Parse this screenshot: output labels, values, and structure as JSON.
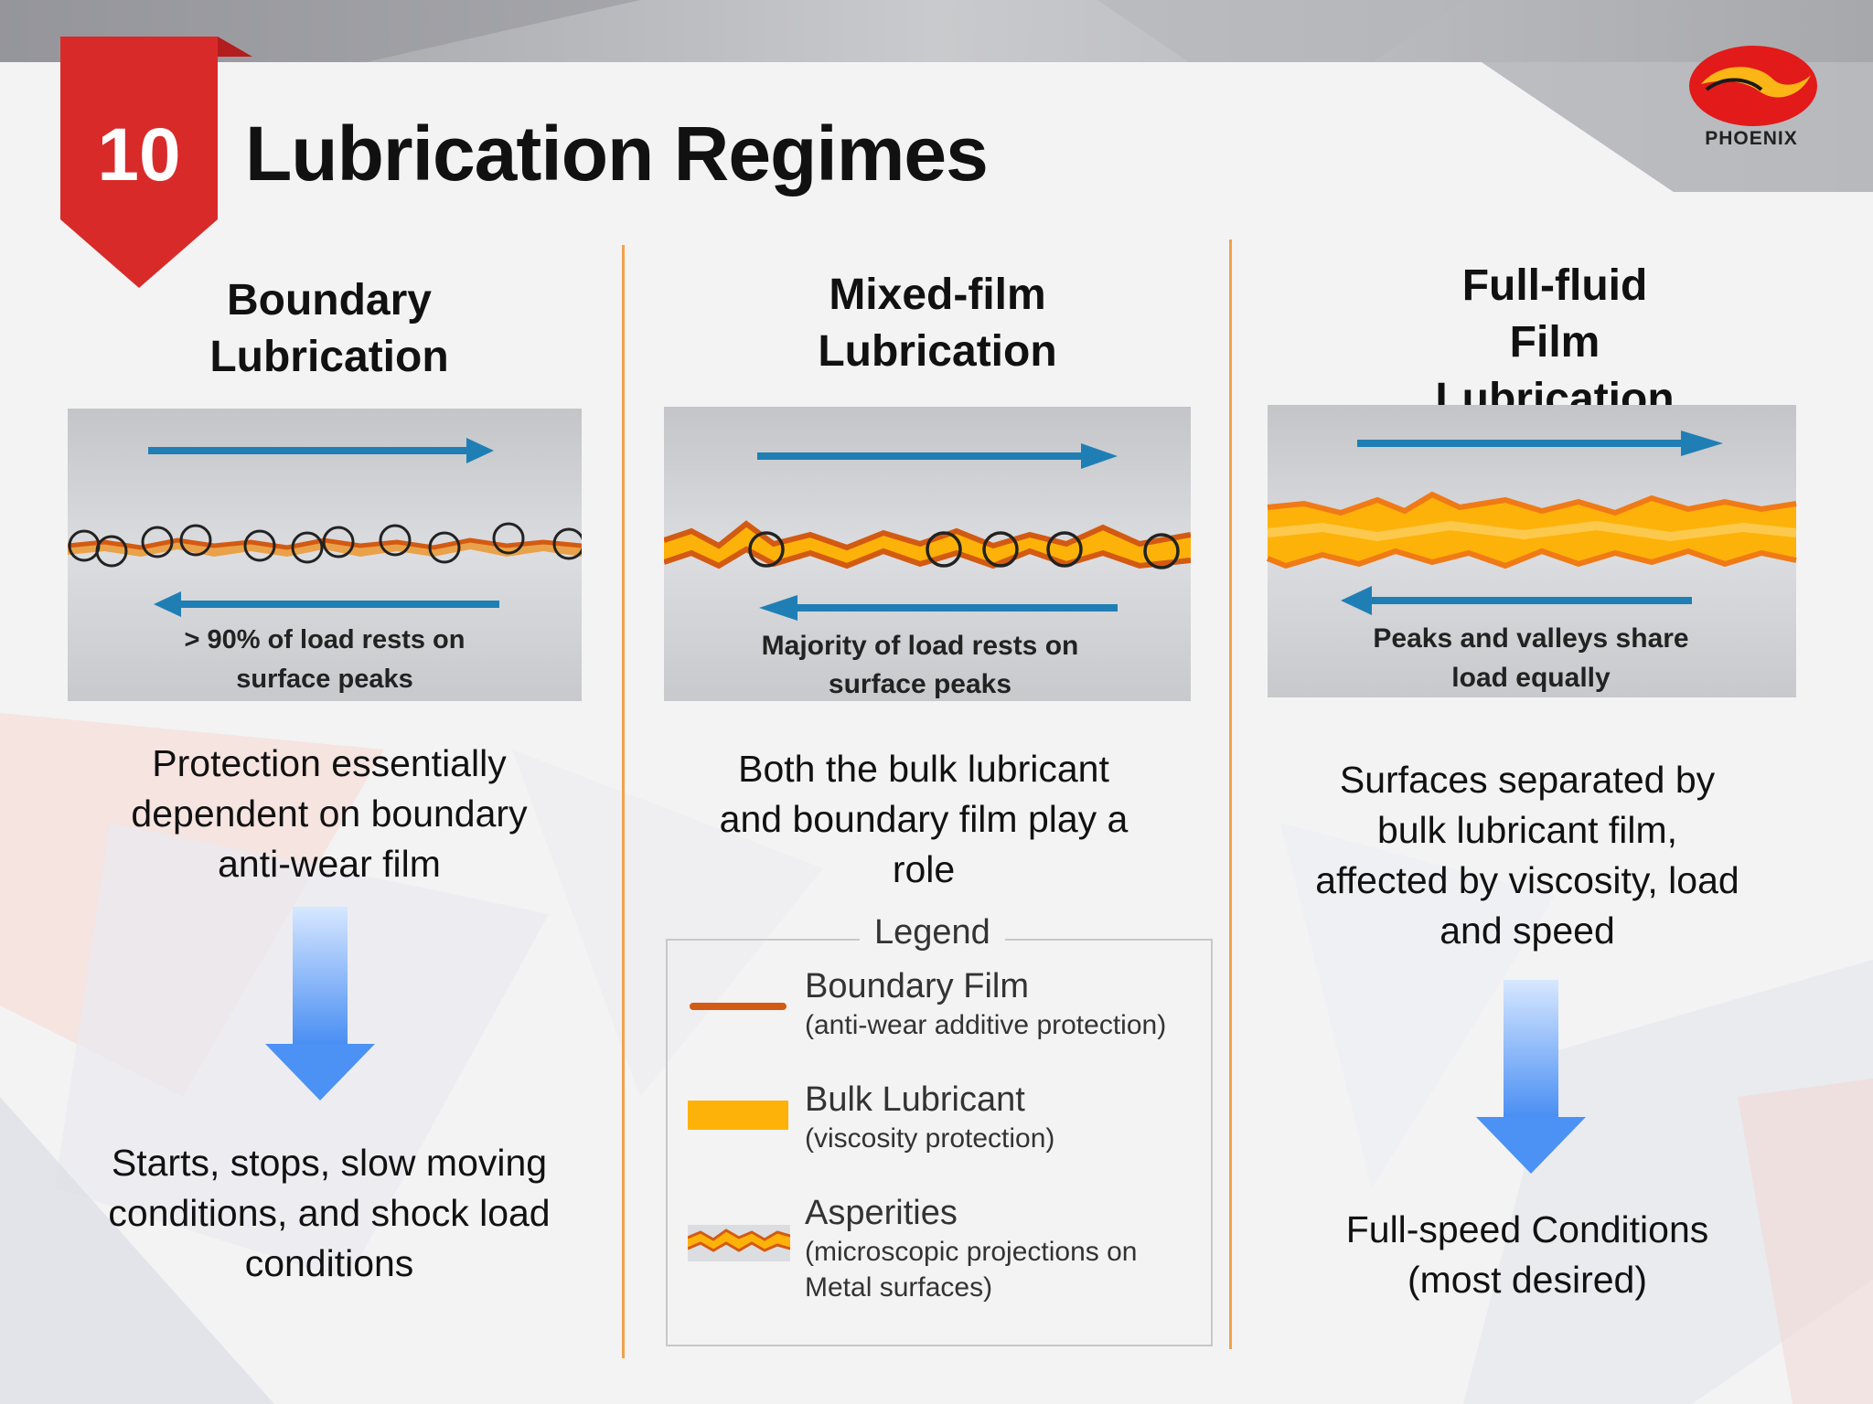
{
  "slide": {
    "number": "10",
    "title": "Lubrication Regimes",
    "logo": "PHOENIX"
  },
  "columns": [
    {
      "heading": [
        "Boundary",
        "Lubrication"
      ],
      "panel_caption": [
        "> 90% of load rests on",
        "surface peaks"
      ],
      "description": [
        "Protection essentially",
        "dependent on boundary",
        "anti-wear film"
      ],
      "conditions": [
        "Starts, stops, slow moving",
        "conditions, and shock load",
        "conditions"
      ]
    },
    {
      "heading": [
        "Mixed-film",
        "Lubrication"
      ],
      "panel_caption": [
        "Majority of load rests on",
        "surface peaks"
      ],
      "description": [
        "Both the bulk lubricant",
        "and boundary film play a",
        "role"
      ]
    },
    {
      "heading": [
        "Full-fluid",
        "Film",
        "Lubrication"
      ],
      "panel_caption": [
        "Peaks and valleys share",
        "load equally"
      ],
      "description": [
        "Surfaces separated by",
        "bulk lubricant film,",
        "affected by viscosity, load",
        "and speed"
      ],
      "conditions": [
        "Full-speed Conditions",
        "(most desired)"
      ]
    }
  ],
  "legend": {
    "title": "Legend",
    "items": [
      {
        "name": "Boundary Film",
        "detail": [
          "(anti-wear additive protection)"
        ]
      },
      {
        "name": "Bulk Lubricant",
        "detail": [
          "(viscosity protection)"
        ]
      },
      {
        "name": "Asperities",
        "detail": [
          "(microscopic projections on",
          "Metal surfaces)"
        ]
      }
    ]
  },
  "colors": {
    "badge_red": "#d92a2a",
    "arrow_blue": "#1f7fb5",
    "boundary_film": "#d35a12",
    "bulk_lubricant": "#fdb20a",
    "divider": "#f0a24a",
    "down_arrow_top": "#cfe2ff",
    "down_arrow_bottom": "#4b92f4"
  },
  "icons": [
    "direction-arrow-right-icon",
    "direction-arrow-left-icon",
    "down-arrow-icon",
    "phoenix-logo-icon"
  ]
}
